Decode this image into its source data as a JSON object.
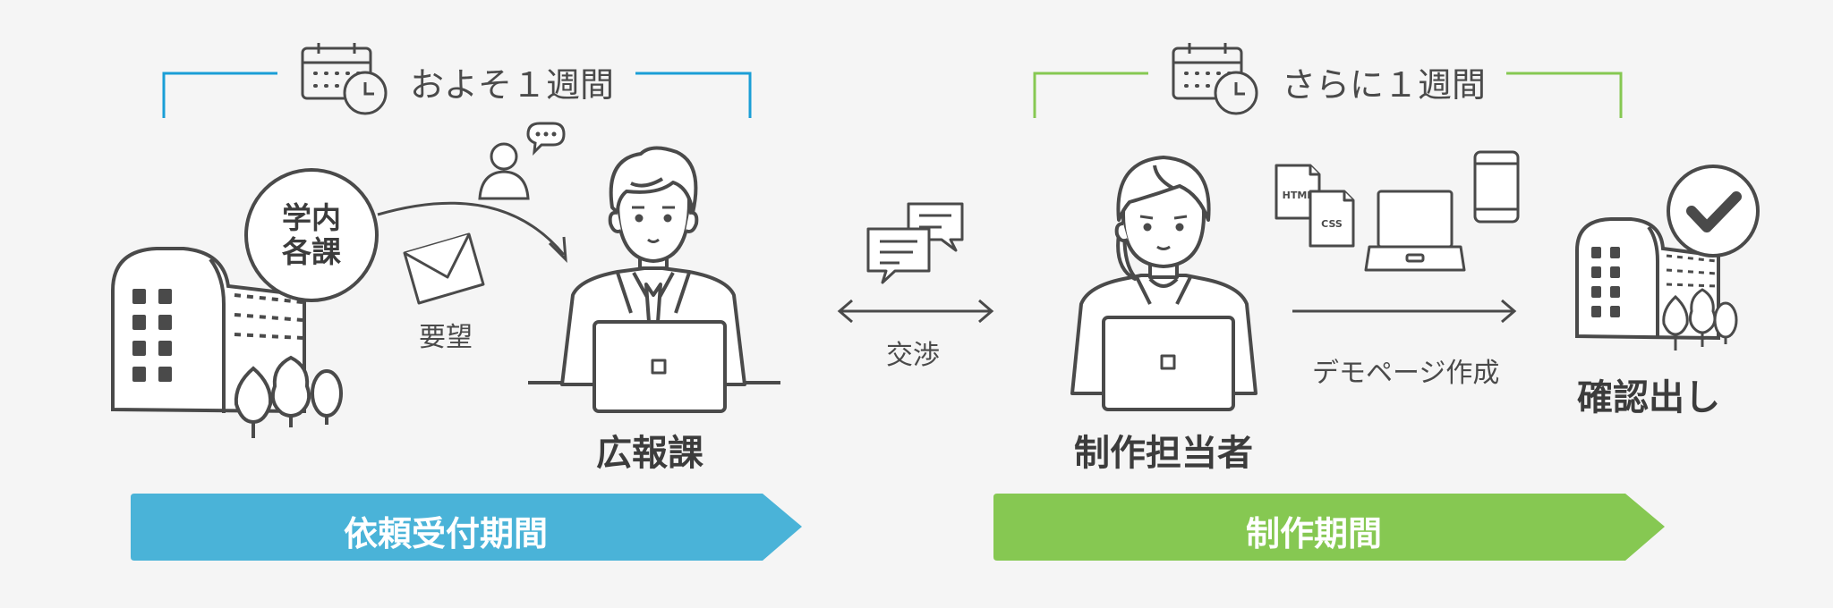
{
  "request_section": {
    "duration_label": "およそ１週間",
    "school_departments_label": "学内\n各課",
    "request_label": "要望",
    "pr_department_label": "広報課",
    "phase_label": "依頼受付期間"
  },
  "negotiation_label": "交渉",
  "production_section": {
    "duration_label": "さらに１週間",
    "creator_label": "制作担当者",
    "demo_page_label": "デモページ作成",
    "confirmation_label": "確認出し",
    "phase_label": "制作期間",
    "file_tags": [
      "HTML",
      "CSS"
    ]
  },
  "colors": {
    "request_accent": "#1a9ed6",
    "request_bar": "#4ab3d8",
    "production_accent": "#86c852",
    "production_bar": "#86c852",
    "line": "#4a4a4a",
    "background": "#f5f5f5"
  }
}
